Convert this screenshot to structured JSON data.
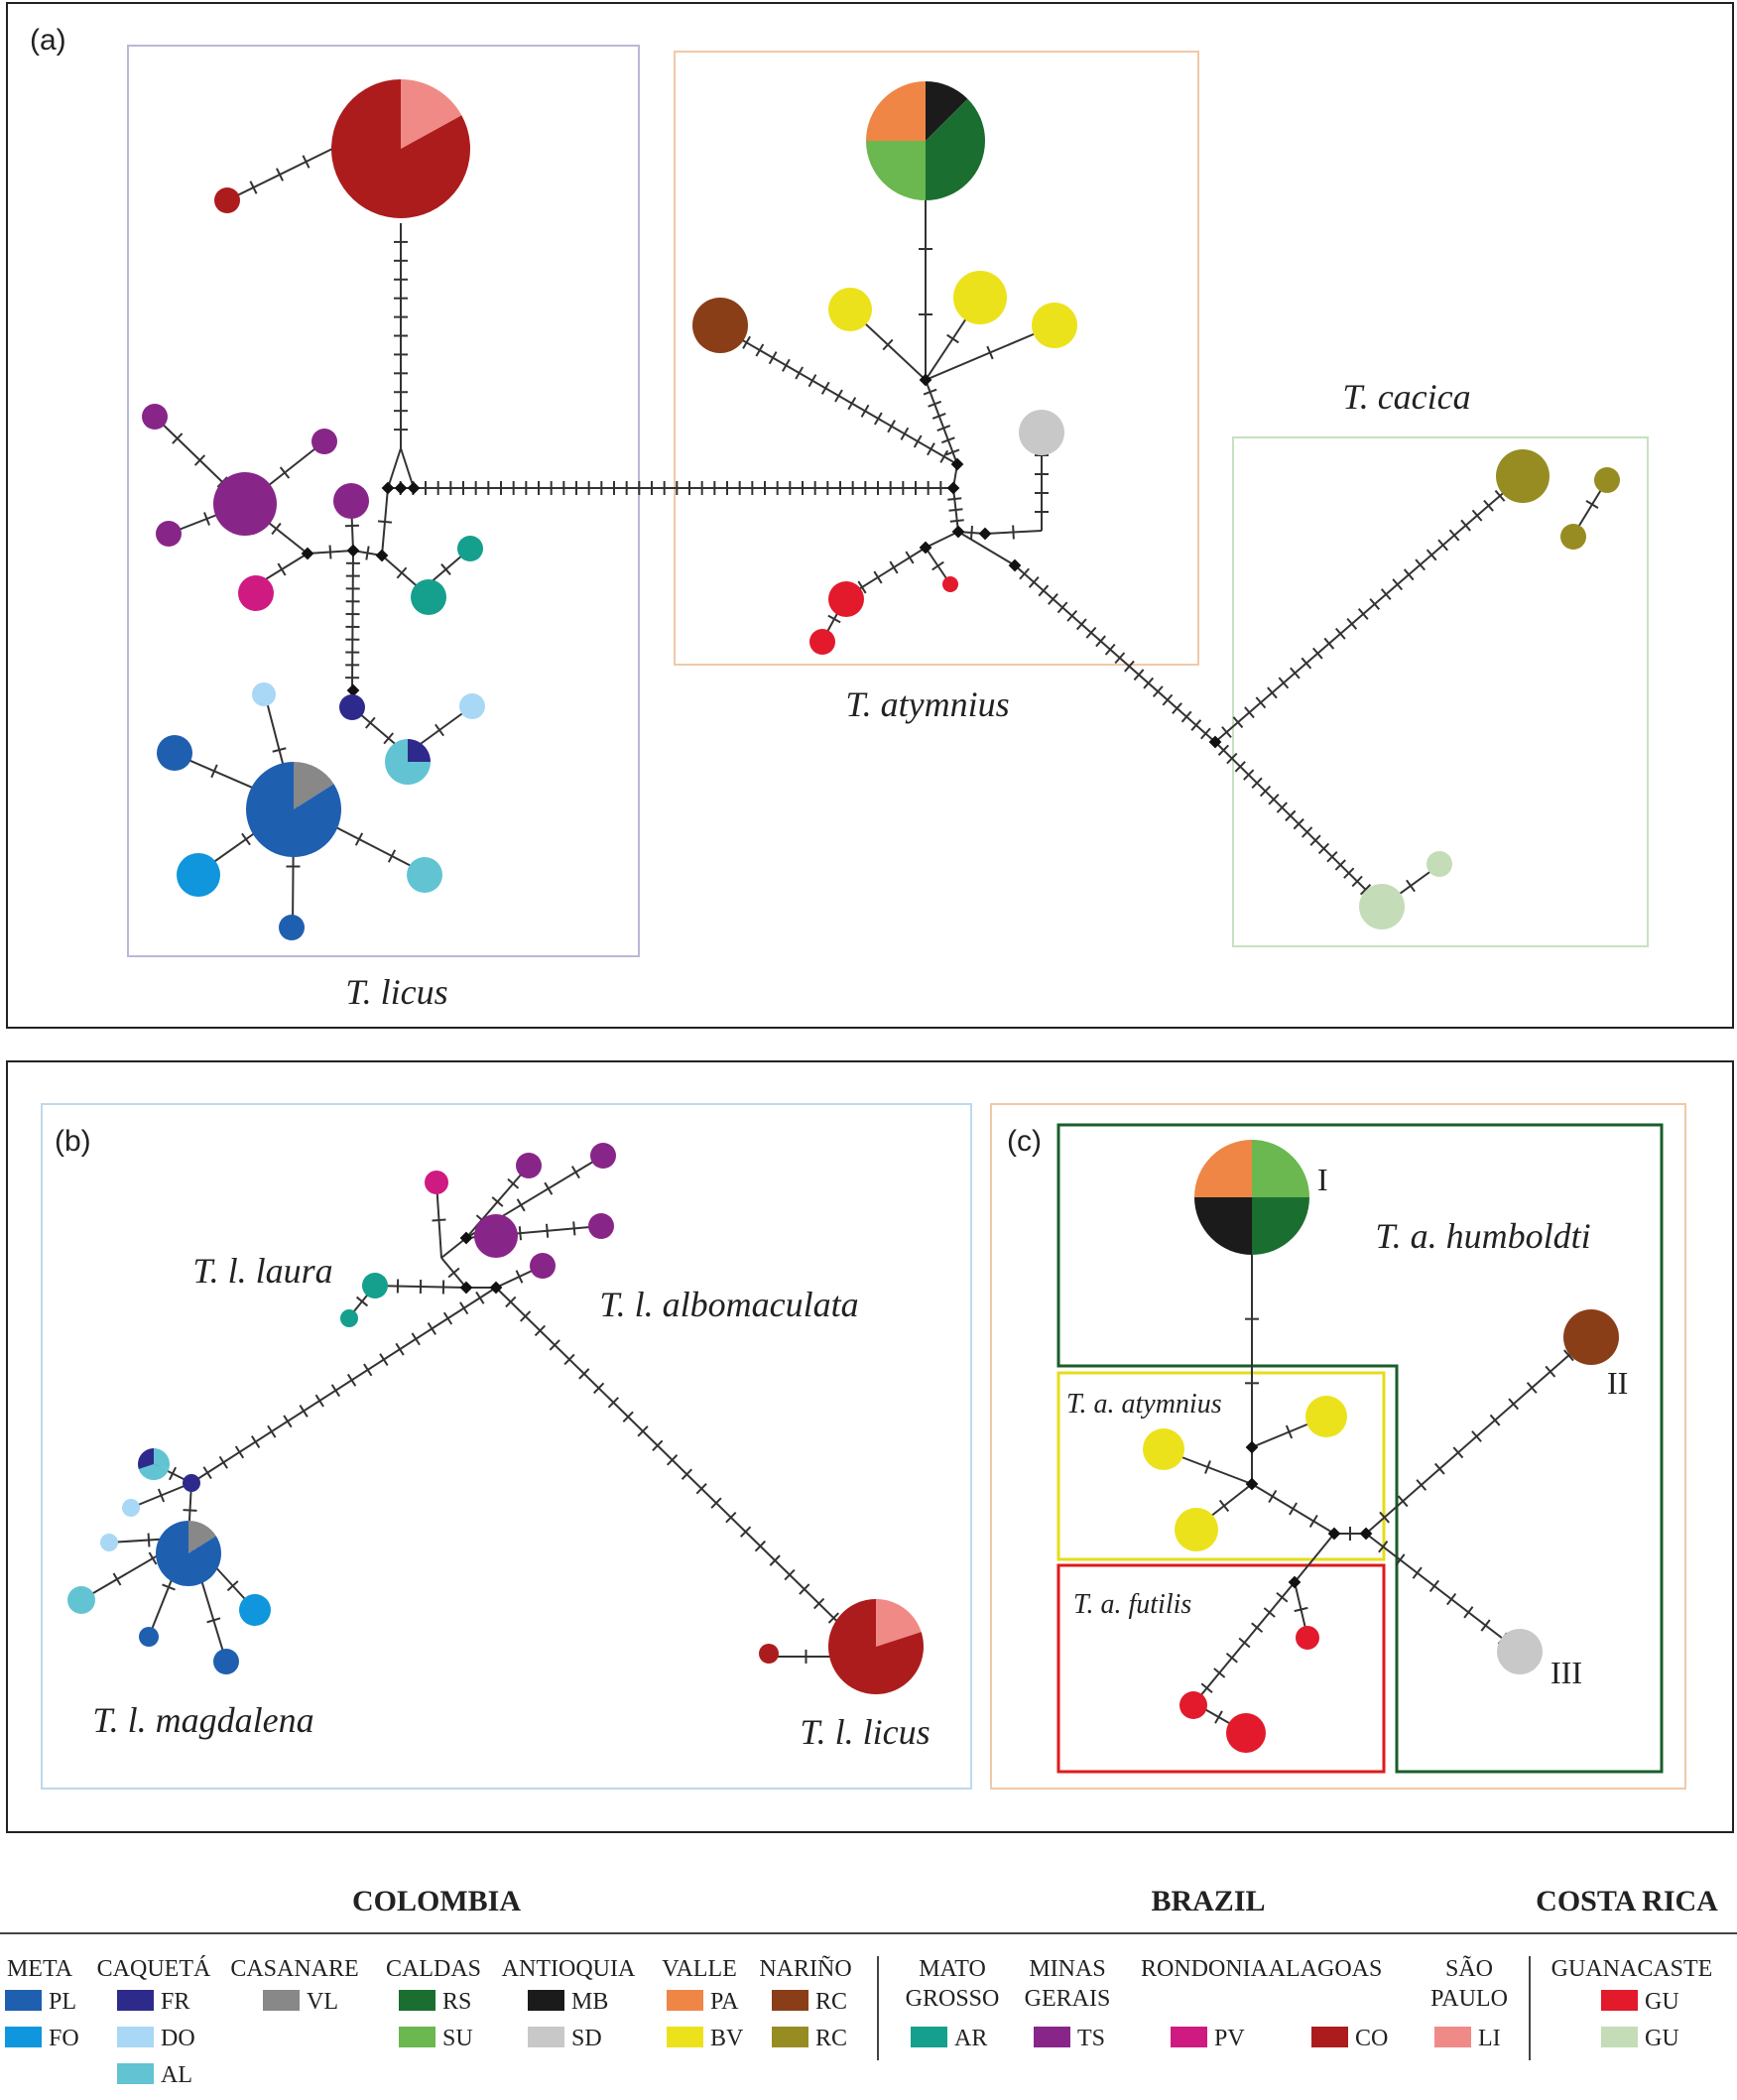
{
  "panels": {
    "a": {
      "label": "(a)",
      "groups": [
        "T. licus",
        "T. atymnius",
        "T. cacica"
      ]
    },
    "b": {
      "label": "(b)",
      "groups": [
        "T. l. laura",
        "T. l. albomaculata",
        "T. l. magdalena",
        "T. l. licus"
      ]
    },
    "c": {
      "label": "(c)",
      "groups": [
        "T. a. humboldti",
        "T. a. atymnius",
        "T. a. futilis"
      ],
      "clades": [
        "I",
        "II",
        "III"
      ]
    }
  },
  "legend": {
    "countries": [
      "COLOMBIA",
      "BRAZIL",
      "COSTA RICA"
    ],
    "regions": [
      {
        "name": "META",
        "codes": [
          {
            "code": "PL",
            "color": "#1f5fb0"
          },
          {
            "code": "FO",
            "color": "#0f96dc"
          }
        ]
      },
      {
        "name": "CAQUETÁ",
        "codes": [
          {
            "code": "FR",
            "color": "#2e2a8c"
          },
          {
            "code": "DO",
            "color": "#a8d8f5"
          },
          {
            "code": "AL",
            "color": "#62c3d3"
          }
        ]
      },
      {
        "name": "CASANARE",
        "codes": [
          {
            "code": "VL",
            "color": "#888888"
          }
        ]
      },
      {
        "name": "CALDAS",
        "codes": [
          {
            "code": "RS",
            "color": "#1a6e30"
          },
          {
            "code": "SU",
            "color": "#6ab84f"
          }
        ]
      },
      {
        "name": "ANTIOQUIA",
        "codes": [
          {
            "code": "MB",
            "color": "#1b1b1b"
          },
          {
            "code": "SD",
            "color": "#c8c8c8"
          }
        ]
      },
      {
        "name": "VALLE",
        "codes": [
          {
            "code": "PA",
            "color": "#ef8646"
          },
          {
            "code": "BV",
            "color": "#ece21c"
          }
        ]
      },
      {
        "name": "NARIÑO",
        "codes": [
          {
            "code": "RC",
            "color": "#8a3e18"
          },
          {
            "code": "RC",
            "color": "#978c22"
          }
        ]
      },
      {
        "name": "MATO GROSSO",
        "codes": [
          {
            "code": "AR",
            "color": "#14a08c"
          }
        ]
      },
      {
        "name": "MINAS GERAIS",
        "codes": [
          {
            "code": "TS",
            "color": "#872688"
          }
        ]
      },
      {
        "name": "RONDONIA",
        "codes": [
          {
            "code": "PV",
            "color": "#cf1a82"
          }
        ]
      },
      {
        "name": "ALAGOAS",
        "codes": [
          {
            "code": "CO",
            "color": "#ad1c1c"
          }
        ]
      },
      {
        "name": "SÃO PAULO",
        "codes": [
          {
            "code": "LI",
            "color": "#f08a86"
          }
        ]
      },
      {
        "name": "GUANACASTE",
        "codes": [
          {
            "code": "GU",
            "color": "#e21a2c"
          },
          {
            "code": "GU",
            "color": "#c4dcb8"
          }
        ]
      }
    ]
  }
}
